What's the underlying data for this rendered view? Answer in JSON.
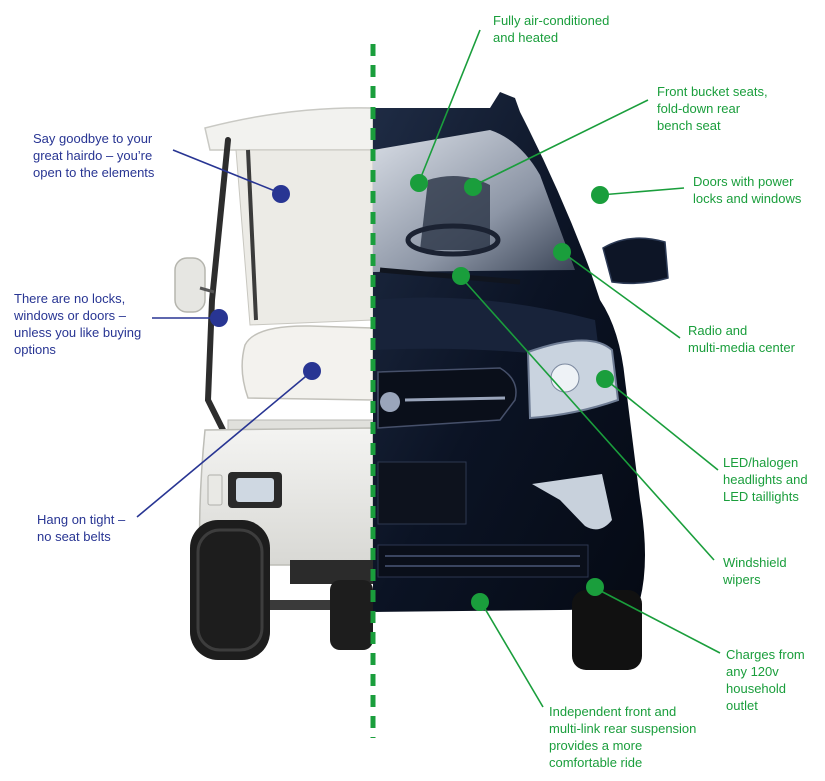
{
  "colors": {
    "green": "#1a9e3c",
    "blue": "#283593",
    "divider": "#1a9e3c"
  },
  "left_callouts": [
    {
      "name": "callout-exposed-to-elements",
      "lines": [
        "Say goodbye to your",
        "great hairdo – you’re",
        "open to the elements"
      ]
    },
    {
      "name": "callout-no-locks-windows-doors",
      "lines": [
        "There are no locks,",
        "windows or doors –",
        "unless you like buying",
        "options"
      ]
    },
    {
      "name": "callout-no-seat-belts",
      "lines": [
        "Hang on tight –",
        "no seat belts"
      ]
    }
  ],
  "right_callouts": [
    {
      "name": "callout-air-conditioned",
      "lines": [
        "Fully air-conditioned",
        "and heated"
      ]
    },
    {
      "name": "callout-bucket-seats",
      "lines": [
        "Front bucket seats,",
        "fold-down rear",
        "bench seat"
      ]
    },
    {
      "name": "callout-power-locks",
      "lines": [
        "Doors with power",
        "locks and windows"
      ]
    },
    {
      "name": "callout-radio-media",
      "lines": [
        "Radio and",
        "multi-media center"
      ]
    },
    {
      "name": "callout-led-lights",
      "lines": [
        "LED/halogen",
        "headlights and",
        "LED taillights"
      ]
    },
    {
      "name": "callout-wipers",
      "lines": [
        "Windshield",
        "wipers"
      ]
    },
    {
      "name": "callout-charging",
      "lines": [
        "Charges from",
        "any 120v",
        "household",
        "outlet"
      ]
    },
    {
      "name": "callout-suspension",
      "lines": [
        "Independent front and",
        "multi-link rear suspension",
        "provides a more",
        "comfortable ride"
      ]
    }
  ]
}
